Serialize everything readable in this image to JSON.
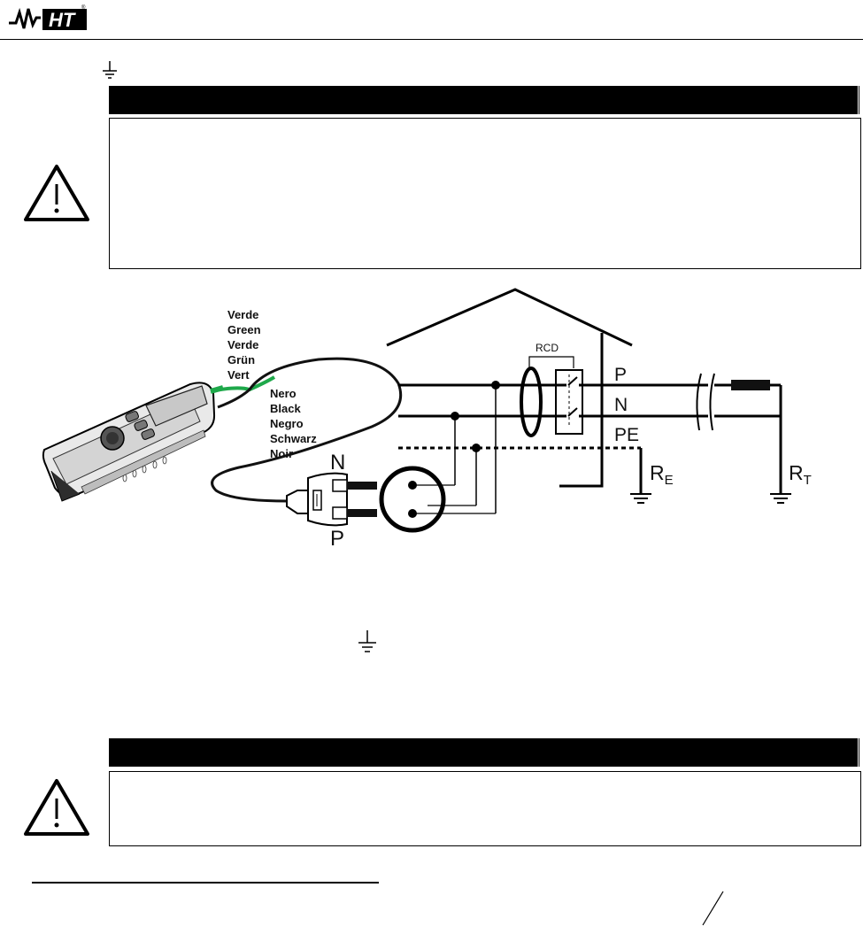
{
  "header": {
    "logo_text": "HT",
    "logo_mark": "®"
  },
  "icons": {
    "earth": "earth-ground-icon",
    "warning": "warning-triangle-icon"
  },
  "diagram": {
    "lead_green": [
      "Verde",
      "Green",
      "Verde",
      "Grün",
      "Vert"
    ],
    "lead_black": [
      "Nero",
      "Black",
      "Negro",
      "Schwarz",
      "Noir"
    ],
    "plug_labels": {
      "neutral": "N",
      "phase": "P"
    },
    "rcd_label": "RCD",
    "conductors": {
      "phase": "P",
      "neutral": "N",
      "protective_earth": "PE"
    },
    "resistances": {
      "earth": {
        "main": "R",
        "sub": "E"
      },
      "transformer": {
        "main": "R",
        "sub": "T"
      }
    }
  },
  "colors": {
    "green_lead": "#1ea84a",
    "black": "#000000"
  }
}
